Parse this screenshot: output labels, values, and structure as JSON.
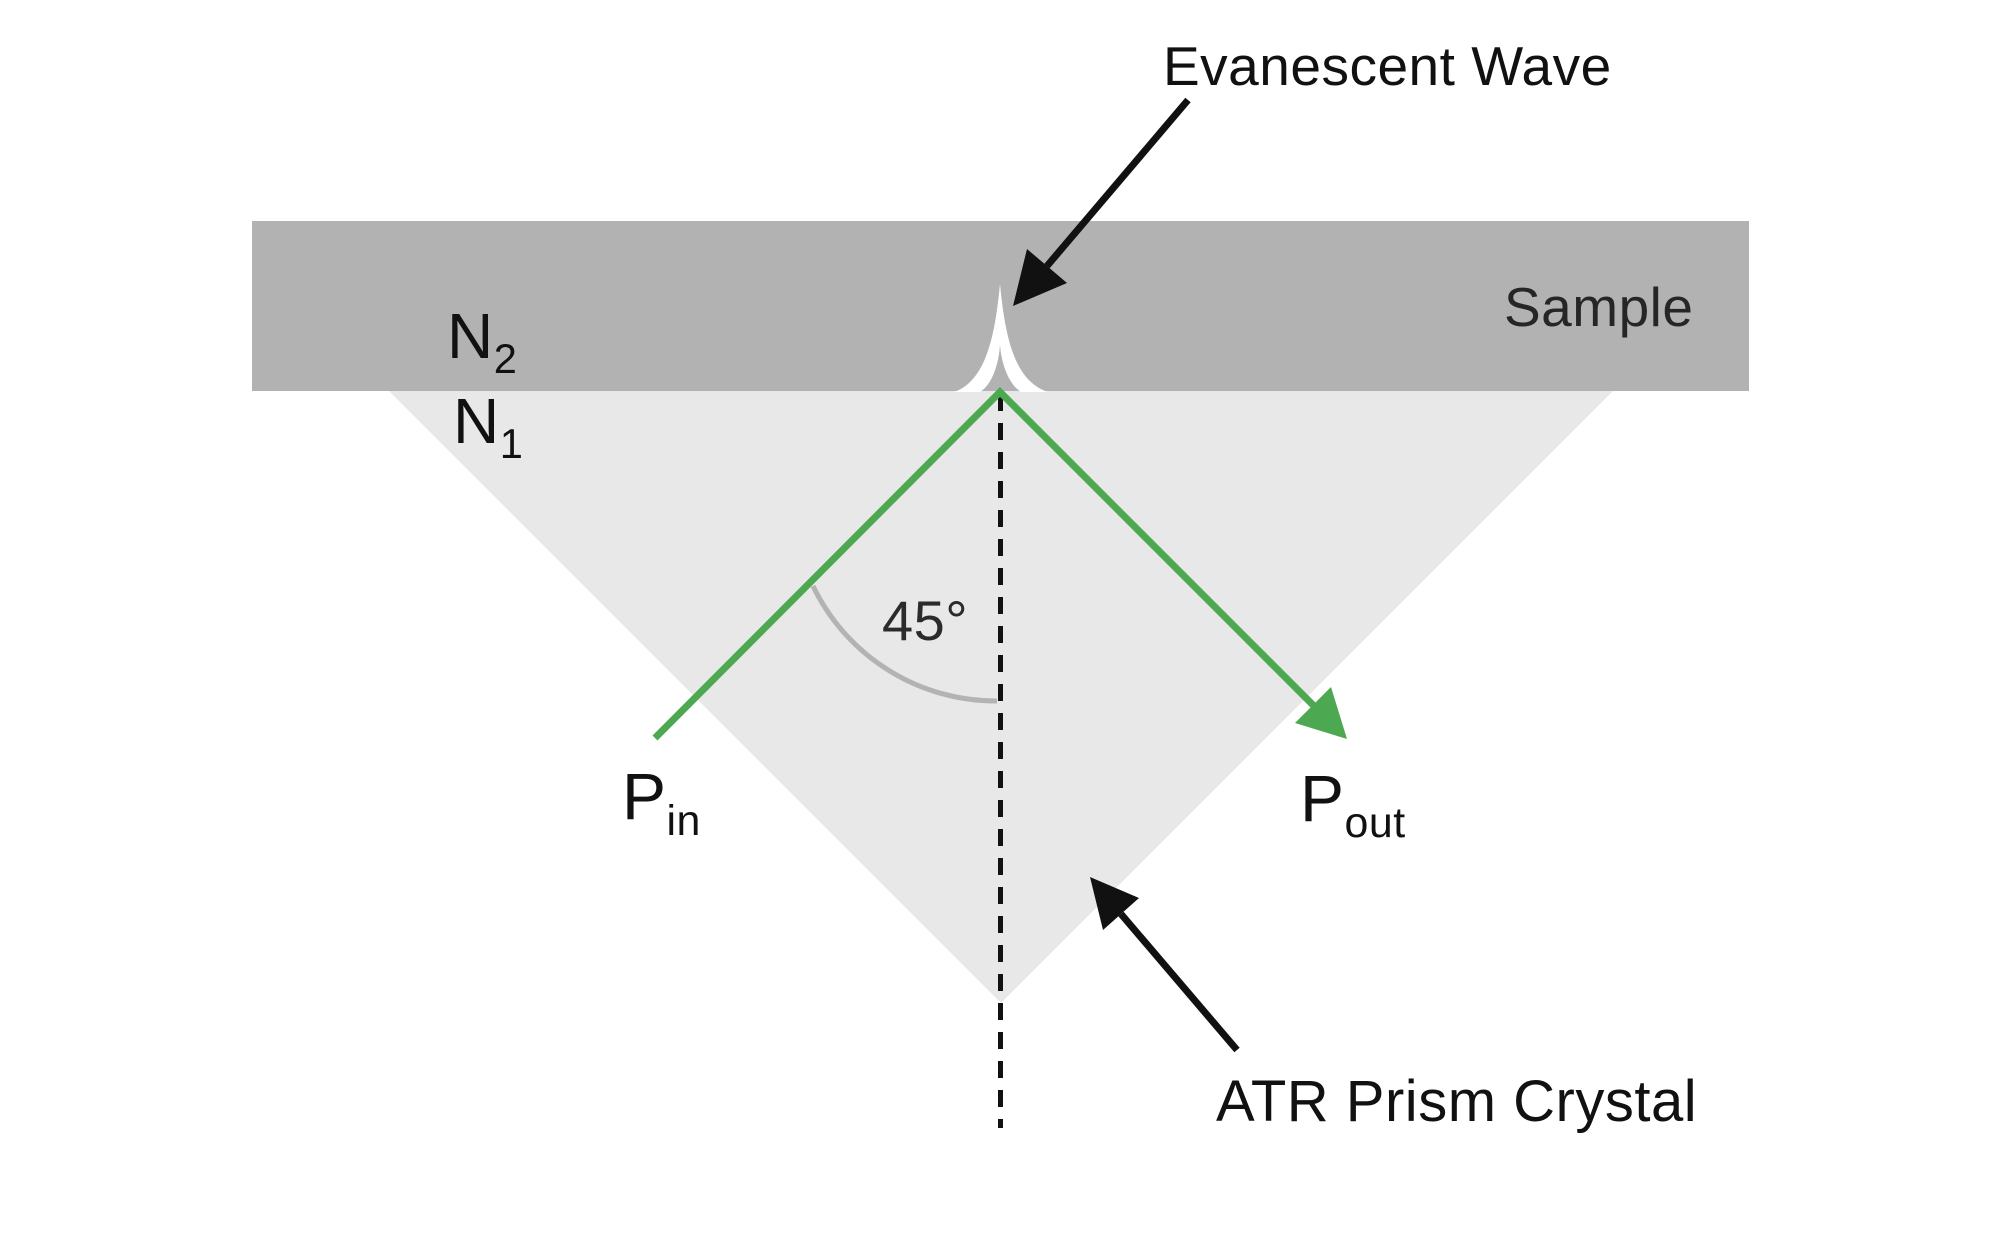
{
  "colors": {
    "sample_fill": "#b2b2b2",
    "prism_fill": "#e8e8e8",
    "ray_green": "#4da852",
    "arc_gray": "#b3b3b3",
    "ink": "#111111"
  },
  "labels": {
    "evanescent_wave": "Evanescent Wave",
    "sample": "Sample",
    "n2": {
      "base": "N",
      "sub": "2"
    },
    "n1": {
      "base": "N",
      "sub": "1"
    },
    "angle": "45°",
    "p_in": {
      "base": "P",
      "sub": "in"
    },
    "p_out": {
      "base": "P",
      "sub": "out"
    },
    "atr_prism": "ATR Prism Crystal"
  }
}
